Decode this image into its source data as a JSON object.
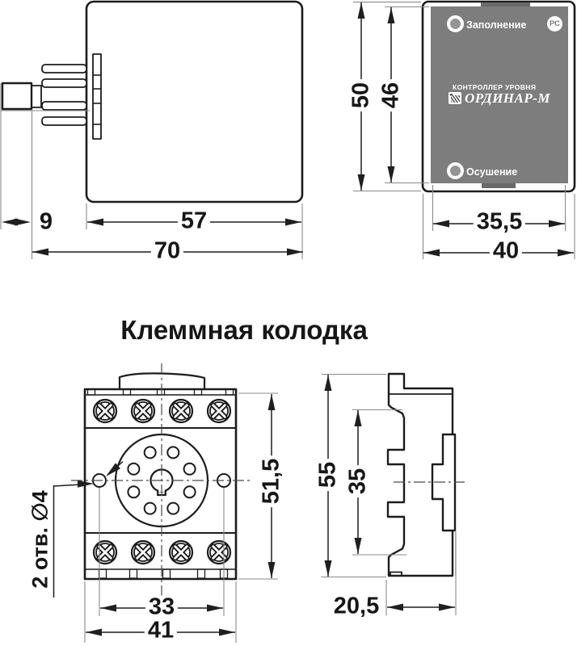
{
  "drawing": {
    "title": "Клеммная колодка",
    "relay_side": {
      "dim_plug": "9",
      "dim_body": "57",
      "dim_total": "70"
    },
    "relay_front": {
      "led_top": "Заполнение",
      "led_bottom": "Осушение",
      "brand_small": "КОНТРОЛЛЕР УРОВНЯ",
      "brand_name": "ОРДИНАР-М",
      "cert": "РС",
      "dim_outer_height": "50",
      "dim_panel_height": "46",
      "dim_panel_width": "35,5",
      "dim_outer_width": "40"
    },
    "terminal_front": {
      "dim_height": "51,5",
      "dim_hole_spacing": "33",
      "dim_width": "41",
      "holes_note": "2 отв. ∅4"
    },
    "terminal_side": {
      "dim_height": "55",
      "dim_inner_height": "35",
      "dim_depth": "20,5"
    }
  },
  "colors": {
    "panel_gray": "#7d7d7d",
    "panel_tab_gray": "#6a6a6a",
    "line": "#1c1c1c"
  }
}
